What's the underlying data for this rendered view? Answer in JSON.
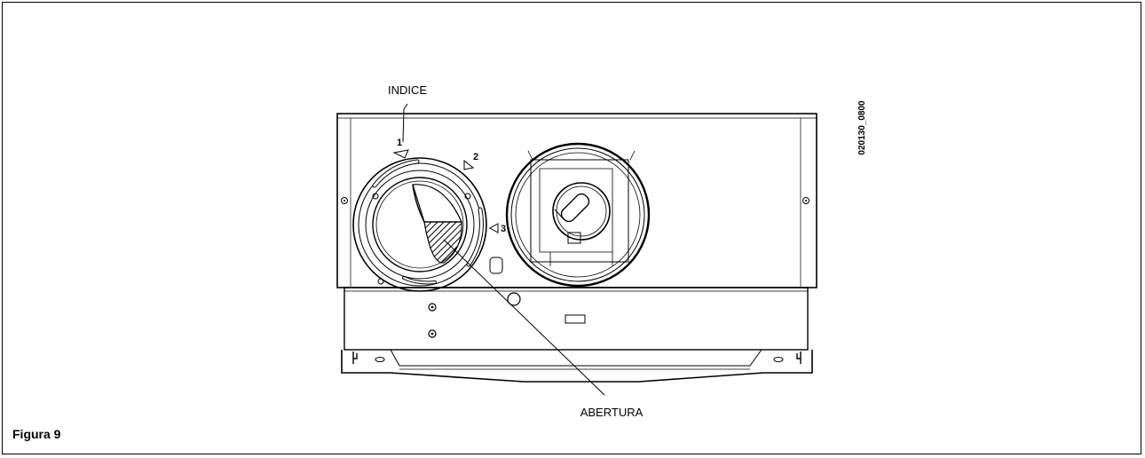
{
  "figure": {
    "caption": "Figura 9"
  },
  "labels": {
    "indice": "INDICE",
    "abertura": "ABERTURA",
    "code": "020130_0800"
  },
  "dial": {
    "marks": [
      "1",
      "2",
      "3"
    ]
  }
}
